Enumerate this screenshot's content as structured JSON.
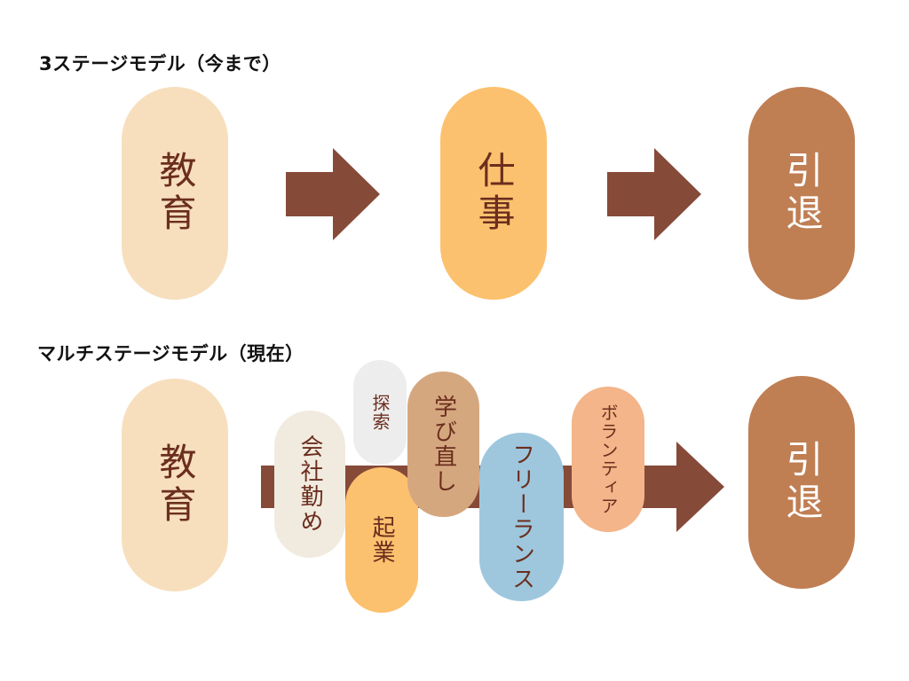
{
  "colors": {
    "education": "#F7DFBE",
    "work": "#FCC16E",
    "retirement": "#C07E53",
    "arrow": "#864A39",
    "text_dark": "#6B2E1E",
    "text_light": "#FFFFFF",
    "company": "#F1EBDF",
    "explore": "#EDEDED",
    "startup": "#FCC16E",
    "relearn": "#D5A77F",
    "freelance": "#9EC7DD",
    "volunteer": "#F3B589"
  },
  "three_stage": {
    "title": "3ステージモデル（今まで）",
    "stages": [
      {
        "label": "教育"
      },
      {
        "label": "仕事"
      },
      {
        "label": "引退"
      }
    ]
  },
  "multi_stage": {
    "title": "マルチステージモデル（現在）",
    "start": "教育",
    "end": "引退",
    "activities": {
      "company": "会社勤め",
      "explore": "探索",
      "startup": "起業",
      "relearn": "学び直し",
      "freelance": "フリーランス",
      "volunteer": "ボランティア"
    }
  }
}
